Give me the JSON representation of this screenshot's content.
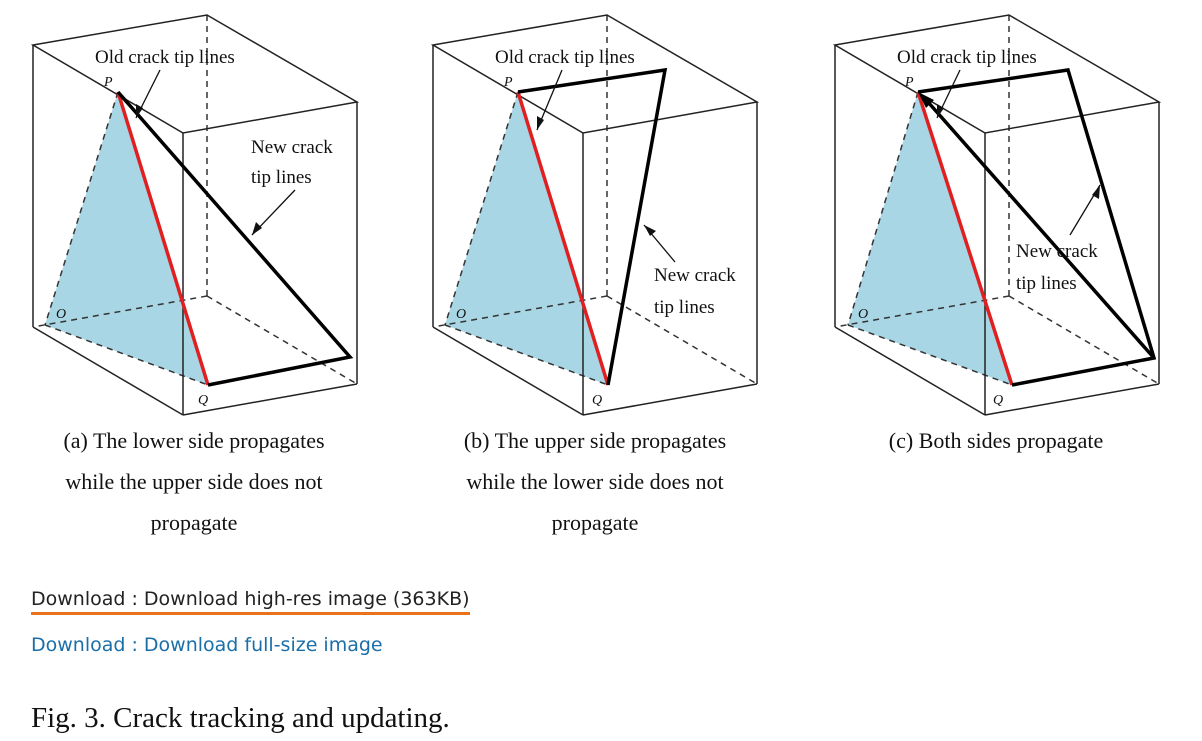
{
  "panels": [
    {
      "old_label": "Old crack tip lines",
      "new_label_line1": "New crack",
      "new_label_line2": "tip lines",
      "point_p": "P",
      "point_q": "Q",
      "point_o": "O",
      "caption_lines": [
        "(a) The lower side propagates",
        "while the upper side does not",
        "propagate"
      ]
    },
    {
      "old_label": "Old crack tip lines",
      "new_label_line1": "New crack",
      "new_label_line2": "tip lines",
      "point_p": "P",
      "point_q": "Q",
      "point_o": "O",
      "caption_lines": [
        "(b) The upper side propagates",
        "while the lower side does not",
        "propagate"
      ]
    },
    {
      "old_label": "Old crack tip lines",
      "new_label_line1": "New crack",
      "new_label_line2": "tip lines",
      "point_p": "P",
      "point_q": "Q",
      "point_o": "O",
      "caption_lines": [
        "(c) Both sides propagate"
      ]
    }
  ],
  "colors": {
    "old_crack": "#e02020",
    "new_crack": "#000000",
    "crack_face": "#a9d6e5",
    "box_edge": "#222222",
    "download_underline": "#e8731a",
    "link": "#1a6fa8"
  },
  "downloads": {
    "high_res": "Download : Download high-res image (363KB)",
    "full_size": "Download : Download full-size image"
  },
  "figure_title": "Fig. 3. Crack tracking and updating."
}
